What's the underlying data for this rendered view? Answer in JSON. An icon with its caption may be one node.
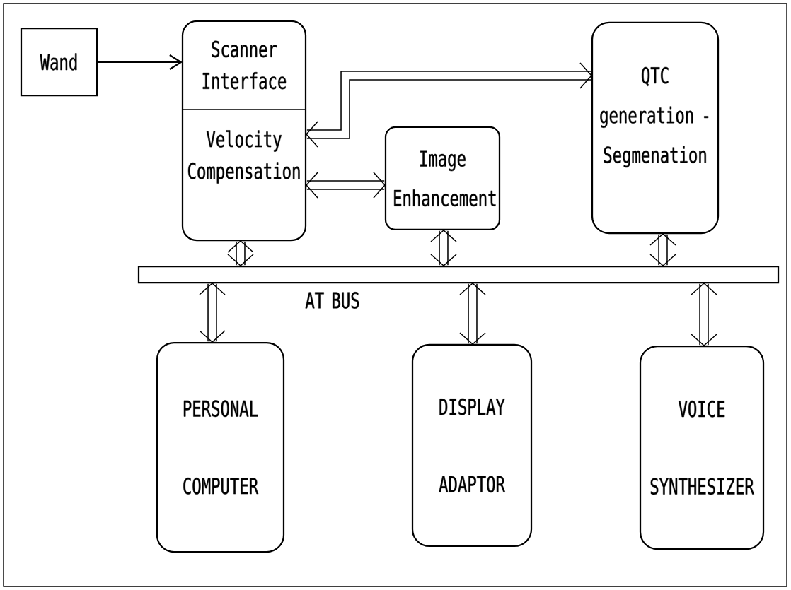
{
  "diagram": {
    "nodes": [
      {
        "text": [
          "Wand"
        ]
      },
      {
        "text": [
          "Scanner Interface",
          "Velocity Compensation"
        ]
      },
      {
        "text": [
          "Image Enhancement"
        ]
      },
      {
        "text": [
          "QTC generation - Segmenation"
        ]
      },
      {
        "text": [
          "AT BUS"
        ]
      },
      {
        "text": [
          "PERSONAL COMPUTER"
        ]
      },
      {
        "text": [
          "DISPLAY ADAPTOR"
        ]
      },
      {
        "text": [
          "VOICE SYNTHESIZER"
        ]
      }
    ],
    "edges": [
      {
        "from": 0,
        "to": 1,
        "arrow": "to"
      },
      {
        "from": 1,
        "to": 3,
        "arrow": "both"
      },
      {
        "from": 1,
        "to": 2,
        "arrow": "both"
      },
      {
        "from": 1,
        "to": 4,
        "arrow": "both"
      },
      {
        "from": 2,
        "to": 4,
        "arrow": "both"
      },
      {
        "from": 3,
        "to": 4,
        "arrow": "both"
      },
      {
        "from": 4,
        "to": 5,
        "arrow": "both"
      },
      {
        "from": 4,
        "to": 6,
        "arrow": "both"
      },
      {
        "from": 4,
        "to": 7,
        "arrow": "both"
      }
    ]
  }
}
